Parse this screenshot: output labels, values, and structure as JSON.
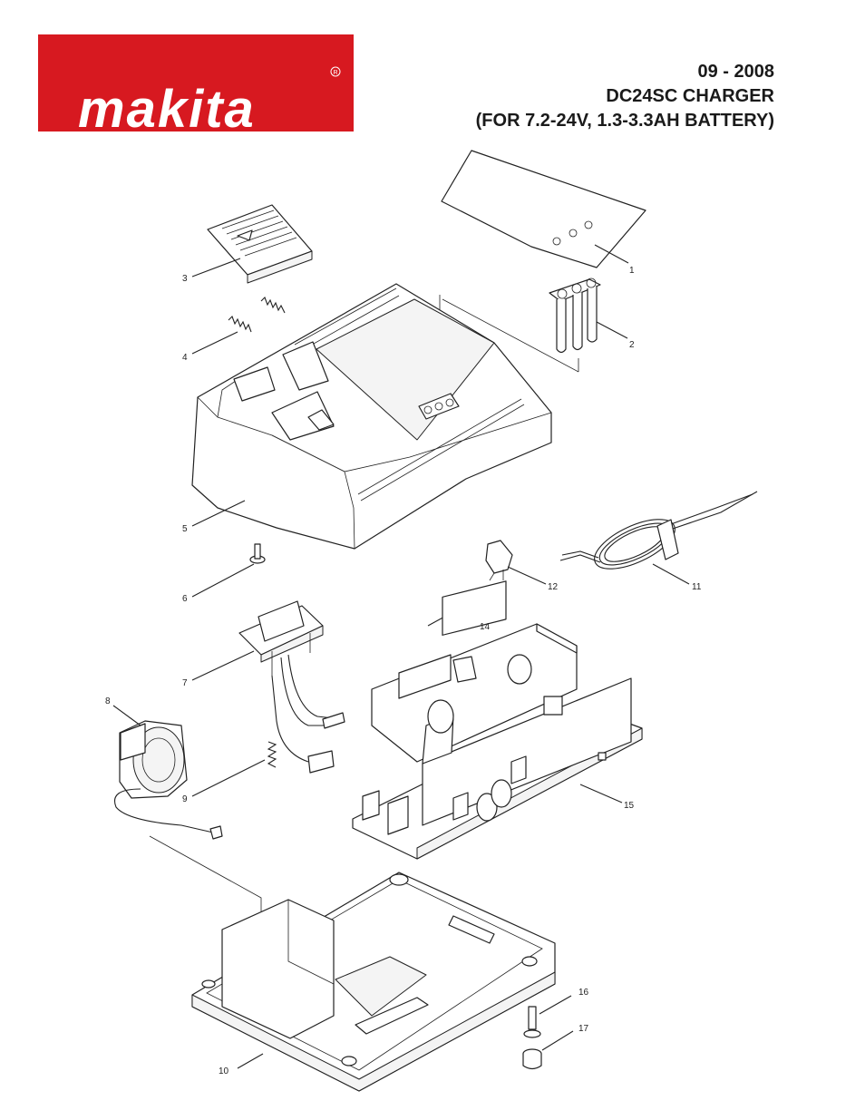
{
  "brand": {
    "wordmark": "makita",
    "registered_mark": "R",
    "logo_bg_color": "#d71920",
    "logo_text_color": "#ffffff"
  },
  "header": {
    "date": "09 - 2008",
    "model": "DC24SC CHARGER",
    "spec": "(FOR 7.2-24V, 1.3-3.3AH BATTERY)"
  },
  "callouts": [
    "1",
    "2",
    "3",
    "4",
    "5",
    "6",
    "7",
    "8",
    "9",
    "10",
    "11",
    "12",
    "14",
    "15",
    "16",
    "17"
  ]
}
